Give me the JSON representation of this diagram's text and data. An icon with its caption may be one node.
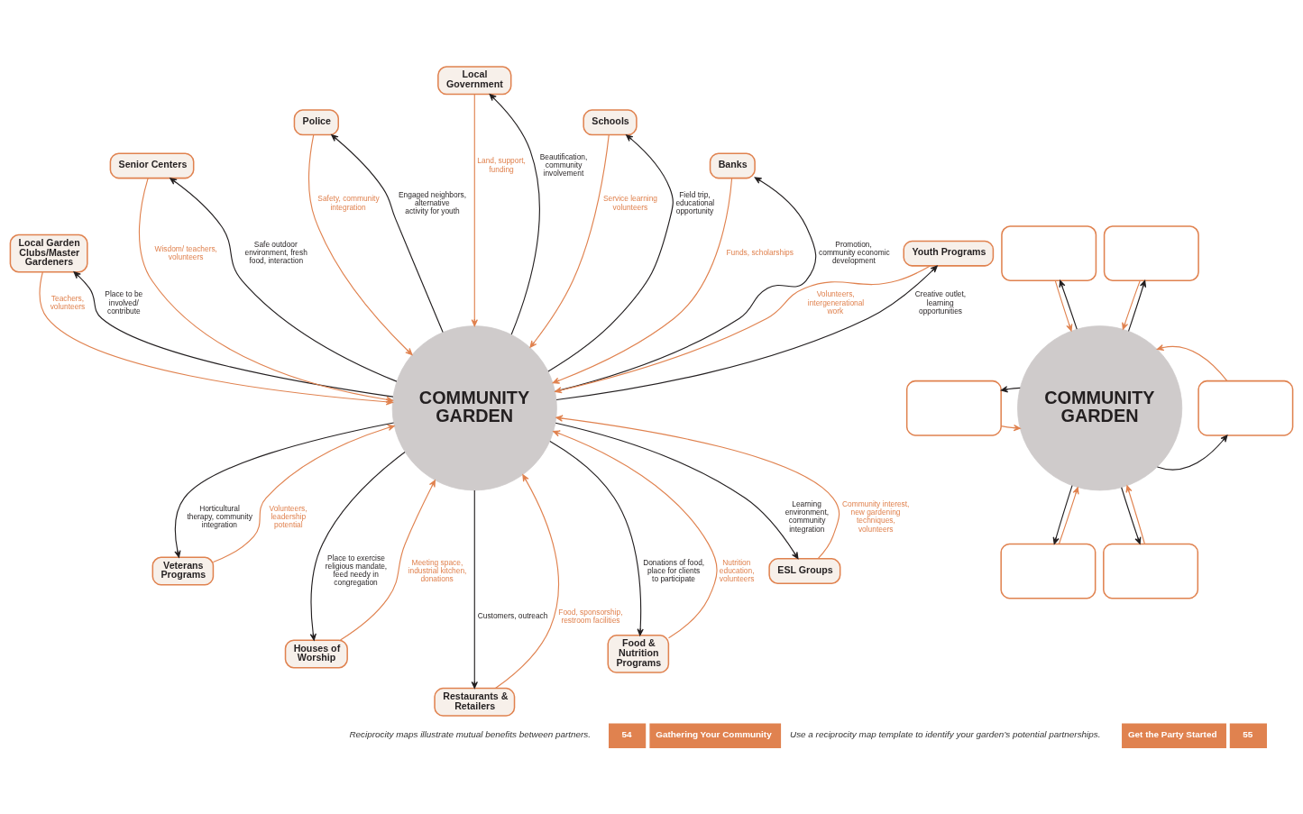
{
  "diagram": {
    "nodes": [
      {
        "text": [
          "Local Government"
        ]
      },
      {
        "text": [
          "Police"
        ]
      },
      {
        "text": [
          "Schools"
        ]
      },
      {
        "text": [
          "Senior Centers"
        ]
      },
      {
        "text": [
          "Banks"
        ]
      },
      {
        "text": [
          "Local Garden Clubs/Master Gardeners"
        ]
      },
      {
        "text": [
          "COMMUNITY GARDEN"
        ]
      },
      {
        "text": [
          "Youth Programs"
        ]
      },
      {
        "text": [
          "Veterans Programs"
        ]
      },
      {
        "text": [
          "ESL Groups"
        ]
      },
      {
        "text": [
          "Houses of Worship"
        ]
      },
      {
        "text": [
          "Food & Nutrition Programs"
        ]
      },
      {
        "text": [
          "Restaurants & Retailers"
        ]
      },
      {
        "text": [],
        "shape": "box"
      },
      {
        "text": [],
        "shape": "box"
      },
      {
        "text": [],
        "shape": "box"
      },
      {
        "text": [
          "COMMUNITY GARDEN"
        ]
      },
      {
        "text": [],
        "shape": "box"
      },
      {
        "text": [],
        "shape": "box"
      },
      {
        "text": [],
        "shape": "box"
      }
    ],
    "edges": [
      {
        "from": 6,
        "to": 5,
        "arrow": "to",
        "label": "Place to be involved/ contribute"
      },
      {
        "from": 5,
        "to": 6,
        "arrow": "to",
        "label": "Teachers, volunteers",
        "color": "#e0824f"
      },
      {
        "from": 6,
        "to": 3,
        "arrow": "to",
        "label": "Safe outdoor environment, fresh food, interaction"
      },
      {
        "from": 3,
        "to": 6,
        "arrow": "to",
        "label": "Wisdom/ teachers, volunteers",
        "color": "#e0824f"
      },
      {
        "from": 6,
        "to": 1,
        "arrow": "to",
        "label": "Engaged neighbors, alternative activity for youth"
      },
      {
        "from": 1,
        "to": 6,
        "arrow": "to",
        "label": "Safety, community integration",
        "color": "#e0824f"
      },
      {
        "from": 6,
        "to": 0,
        "arrow": "to",
        "label": "Beautification, community involvement"
      },
      {
        "from": 0,
        "to": 6,
        "arrow": "to",
        "label": "Land, support, funding",
        "color": "#e0824f"
      },
      {
        "from": 6,
        "to": 2,
        "arrow": "to",
        "label": "Field trip, educational opportunity"
      },
      {
        "from": 2,
        "to": 6,
        "arrow": "to",
        "label": "Service learning volunteers",
        "color": "#e0824f"
      },
      {
        "from": 6,
        "to": 4,
        "arrow": "to",
        "label": "Promotion, community economic development"
      },
      {
        "from": 4,
        "to": 6,
        "arrow": "to",
        "label": "Funds, scholarships",
        "color": "#e0824f"
      },
      {
        "from": 6,
        "to": 7,
        "arrow": "to",
        "label": "Creative outlet, learning opportunities"
      },
      {
        "from": 7,
        "to": 6,
        "arrow": "to",
        "label": "Volunteers, intergenerational work",
        "color": "#e0824f"
      },
      {
        "from": 6,
        "to": 9,
        "arrow": "to",
        "label": "Learning environment, community integration"
      },
      {
        "from": 9,
        "to": 6,
        "arrow": "to",
        "label": "Community interest, new gardening techniques, volunteers",
        "color": "#e0824f"
      },
      {
        "from": 6,
        "to": 11,
        "arrow": "to",
        "label": "Donations of food, place for clients to participate"
      },
      {
        "from": 11,
        "to": 6,
        "arrow": "to",
        "label": "Nutrition education, volunteers",
        "color": "#e0824f"
      },
      {
        "from": 6,
        "to": 12,
        "arrow": "to",
        "label": "Customers, outreach"
      },
      {
        "from": 12,
        "to": 6,
        "arrow": "to",
        "label": "Food, sponsorship, restroom facilities",
        "color": "#e0824f"
      },
      {
        "from": 6,
        "to": 10,
        "arrow": "to",
        "label": "Place to exercise religious mandate, feed needy in congregation"
      },
      {
        "from": 10,
        "to": 6,
        "arrow": "to",
        "label": "Meeting space, industrial kitchen, donations",
        "color": "#e0824f"
      },
      {
        "from": 6,
        "to": 8,
        "arrow": "to",
        "label": "Horticultural therapy, community integration"
      },
      {
        "from": 8,
        "to": 6,
        "arrow": "to",
        "label": "Volunteers, leadership potential",
        "color": "#e0824f"
      },
      {
        "from": 16,
        "to": 13,
        "arrow": "to"
      },
      {
        "from": 13,
        "to": 16,
        "arrow": "to",
        "color": "#e0824f"
      },
      {
        "from": 16,
        "to": 14,
        "arrow": "to"
      },
      {
        "from": 14,
        "to": 16,
        "arrow": "to",
        "color": "#e0824f"
      },
      {
        "from": 15,
        "to": 16,
        "arrow": "to",
        "color": "#e0824f"
      },
      {
        "from": 16,
        "to": 15,
        "arrow": "to"
      },
      {
        "from": 16,
        "to": 17,
        "arrow": "to"
      },
      {
        "from": 17,
        "to": 16,
        "arrow": "to",
        "color": "#e0824f"
      },
      {
        "from": 18,
        "to": 16,
        "arrow": "to",
        "color": "#e0824f"
      },
      {
        "from": 16,
        "to": 18,
        "arrow": "to"
      },
      {
        "from": 19,
        "to": 16,
        "arrow": "to",
        "color": "#e0824f"
      },
      {
        "from": 16,
        "to": 19,
        "arrow": "to"
      }
    ],
    "labels": [
      "Reciprocity maps illustrate mutual benefits between partners.",
      "54",
      "Gathering Your Community",
      "Use a reciprocity map template to identify your garden’s potential partnerships.",
      "Get the Party Started",
      "55"
    ]
  }
}
